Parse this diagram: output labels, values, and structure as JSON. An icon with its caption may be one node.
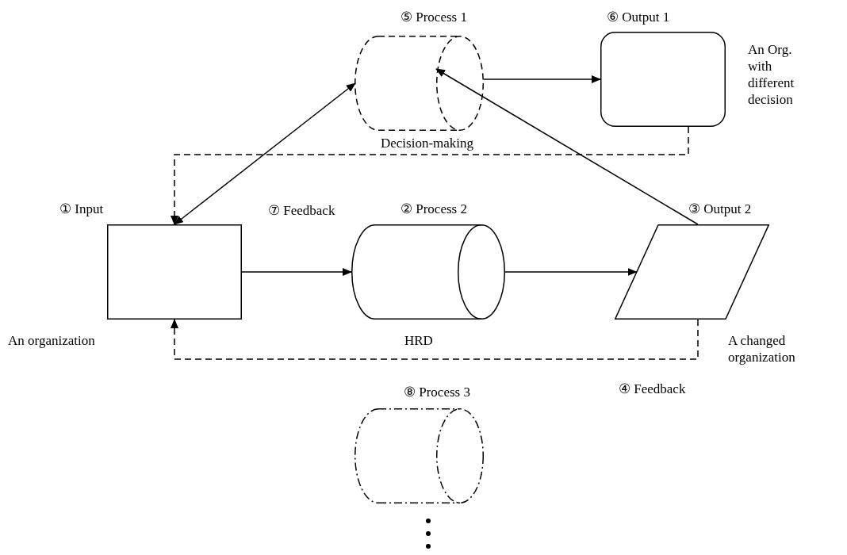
{
  "diagram": {
    "nodes": [
      {
        "text": [
          "① Input"
        ],
        "beside": [
          "An organization"
        ]
      },
      {
        "text": [
          "② Process 2"
        ],
        "beside": [
          "HRD"
        ]
      },
      {
        "text": [
          "③ Output 2"
        ],
        "beside": [
          "A changed organization"
        ]
      },
      {
        "text": [
          "⑤ Process 1"
        ],
        "beside": [
          "Decision-making"
        ]
      },
      {
        "text": [
          "⑥ Output 1"
        ],
        "beside": [
          "An Org. with different decision"
        ]
      },
      {
        "text": [
          "⑧ Process 3"
        ]
      }
    ],
    "edges": [
      {
        "from": 0,
        "to": 1,
        "arrow": "to"
      },
      {
        "from": 1,
        "to": 2,
        "arrow": "to"
      },
      {
        "from": 2,
        "to": 0,
        "arrow": "to",
        "style": "dashed"
      },
      {
        "from": 0,
        "to": 3,
        "arrow": "both"
      },
      {
        "from": 2,
        "to": 3,
        "arrow": "to"
      },
      {
        "from": 3,
        "to": 4,
        "arrow": "to"
      },
      {
        "from": 4,
        "to": 0,
        "arrow": "to",
        "style": "dashed"
      }
    ],
    "labels": [
      "⑦ Feedback",
      "④ Feedback"
    ]
  }
}
